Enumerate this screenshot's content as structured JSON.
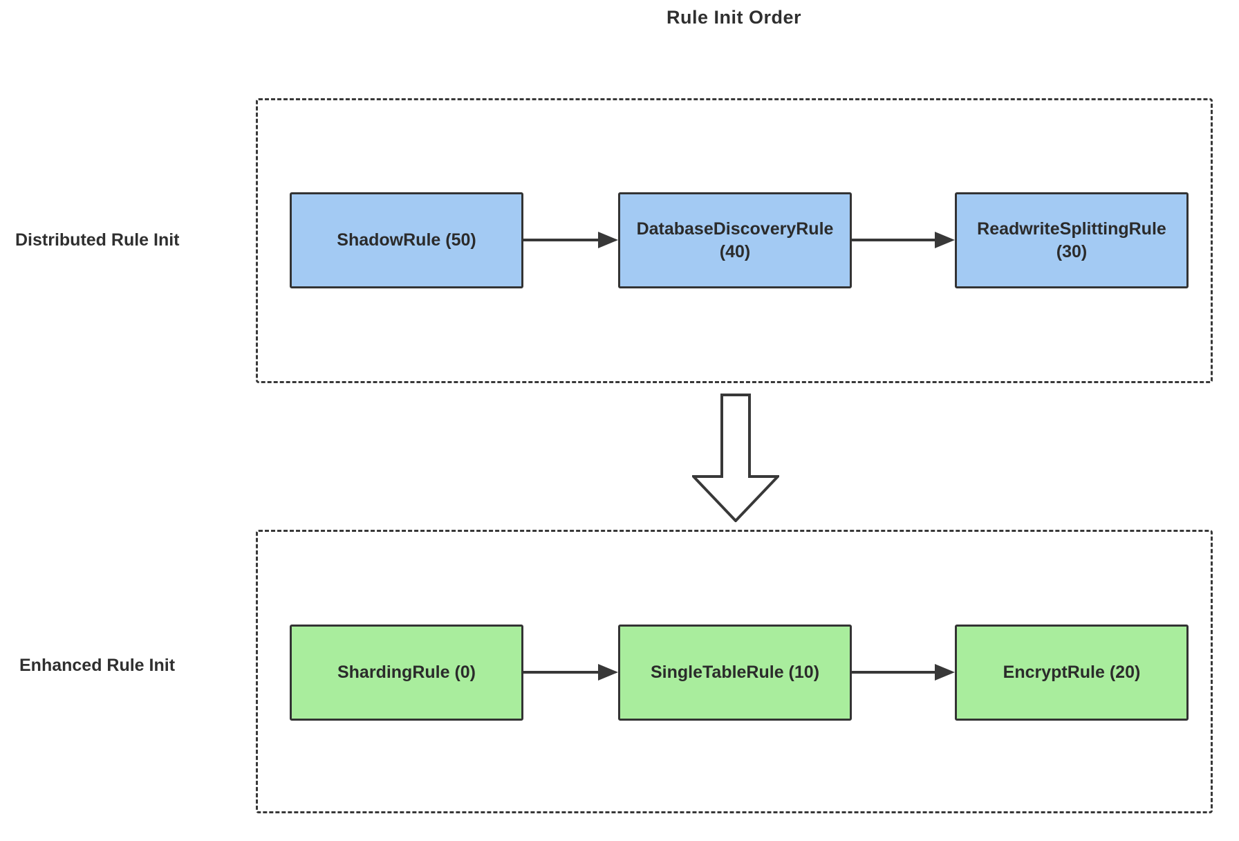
{
  "title": "Rule Init Order",
  "colors": {
    "background": "#ffffff",
    "node_border": "#333333",
    "container_border": "#383838",
    "text": "#2f2f2f",
    "arrow": "#383838",
    "distributed_fill": "#a3caf3",
    "enhanced_fill": "#a9ed9d"
  },
  "groups": [
    {
      "id": "distributed",
      "label": "Distributed Rule Init",
      "fill": "#a3caf3",
      "nodes": [
        {
          "rule": "ShadowRule",
          "order": 50,
          "label": "ShadowRule (50)"
        },
        {
          "rule": "DatabaseDiscoveryRule",
          "order": 40,
          "label": "DatabaseDiscoveryRule (40)"
        },
        {
          "rule": "ReadwriteSplittingRule",
          "order": 30,
          "label": "ReadwriteSplittingRule (30)"
        }
      ]
    },
    {
      "id": "enhanced",
      "label": "Enhanced Rule Init",
      "fill": "#a9ed9d",
      "nodes": [
        {
          "rule": "ShardingRule",
          "order": 0,
          "label": "ShardingRule (0)"
        },
        {
          "rule": "SingleTableRule",
          "order": 10,
          "label": "SingleTableRule (10)"
        },
        {
          "rule": "EncryptRule",
          "order": 20,
          "label": "EncryptRule (20)"
        }
      ]
    }
  ]
}
